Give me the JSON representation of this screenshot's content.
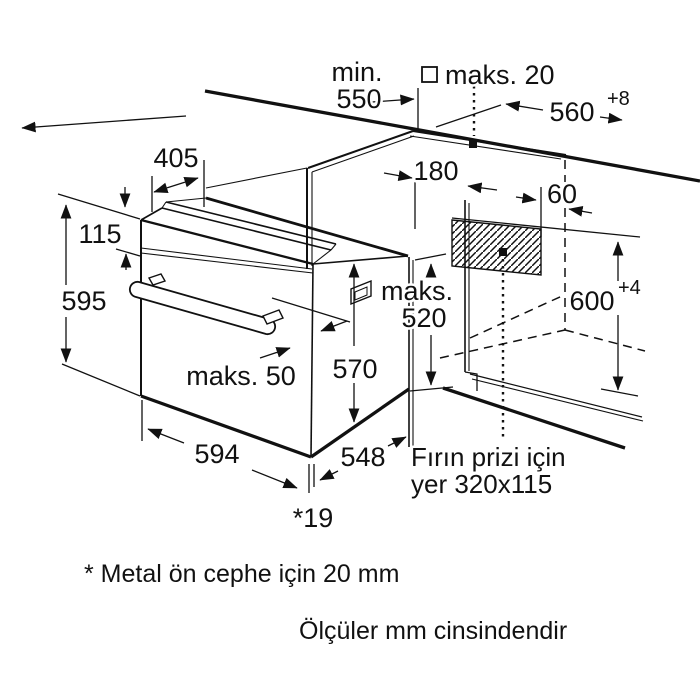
{
  "page": {
    "background": "#ffffff",
    "ink_color": "#111111",
    "description": "Built-in oven installation drawing with niche dimensions"
  },
  "labels": {
    "min_word": "min.",
    "min_550": "550",
    "maks_20": "maks. 20",
    "d560": "560",
    "d560_sup": "+8",
    "d405": "405",
    "d115": "115",
    "d595": "595",
    "d180": "180",
    "d60": "60",
    "maks_520_word": "maks.",
    "maks_520_val": "520",
    "d570": "570",
    "maks_50": "maks. 50",
    "d600": "600",
    "d600_sup": "+4",
    "d594": "594",
    "d548": "548",
    "star_19": "*19"
  },
  "socket_note": {
    "line1": "Fırın prizi için",
    "line2": "yer 320x115"
  },
  "notes": {
    "footnote": "* Metal ön cephe için 20 mm",
    "units": "Ölçüler mm cinsindendir"
  }
}
